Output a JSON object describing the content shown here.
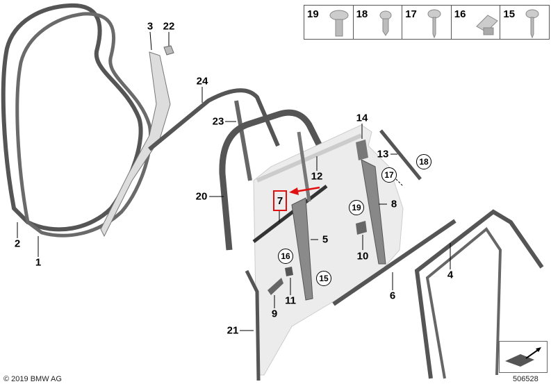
{
  "diagram_number": "506528",
  "copyright": "© 2019 BMW AG",
  "highlight_color": "#e01010",
  "highlighted_part": "7",
  "legend": [
    {
      "number": "19",
      "icon": "collar-screw-icon"
    },
    {
      "number": "18",
      "icon": "short-screw-icon"
    },
    {
      "number": "17",
      "icon": "tapping-screw-icon"
    },
    {
      "number": "16",
      "icon": "clip-nut-icon"
    },
    {
      "number": "15",
      "icon": "tapping-screw-icon"
    }
  ],
  "parts": {
    "p1": "1",
    "p2": "2",
    "p3": "3",
    "p4": "4",
    "p5": "5",
    "p6": "6",
    "p7": "7",
    "p8": "8",
    "p9": "9",
    "p10": "10",
    "p11": "11",
    "p12": "12",
    "p13": "13",
    "p14": "14",
    "p20": "20",
    "p21": "21",
    "p22": "22",
    "p23": "23",
    "p24": "24"
  },
  "fasteners": {
    "f15": "15",
    "f16": "16",
    "f17": "17",
    "f18": "18",
    "f19": "19"
  }
}
